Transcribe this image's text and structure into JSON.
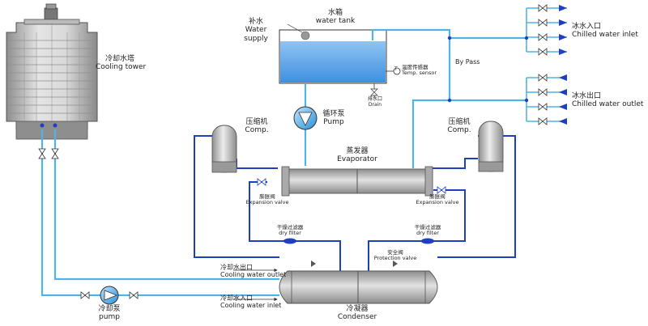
{
  "labels": {
    "cooling_tower": {
      "zh": "冷却水塔",
      "en": "Cooling tower"
    },
    "water_tank": {
      "zh": "水箱",
      "en": "water tank"
    },
    "water_supply": {
      "zh": "补水",
      "en1": "Water",
      "en2": "supply"
    },
    "temp_sensor": {
      "zh": "温度传感器",
      "en": "Temp. sensor"
    },
    "drain": {
      "zh": "排水口",
      "en": "Drain"
    },
    "bypass": {
      "en": "By Pass"
    },
    "chilled_inlet": {
      "zh": "冰水入口",
      "en": "Chilled water inlet"
    },
    "chilled_outlet": {
      "zh": "冰水出口",
      "en": "Chilled water outlet"
    },
    "circ_pump": {
      "zh": "循环泵",
      "en": "Pump"
    },
    "comp_left": {
      "zh": "压缩机",
      "en": "Comp."
    },
    "comp_right": {
      "zh": "压缩机",
      "en": "Comp."
    },
    "evaporator": {
      "zh": "蒸发器",
      "en": "Evaporator"
    },
    "exp_valve_left": {
      "zh": "膨胀阀",
      "en": "Expansion valve"
    },
    "exp_valve_right": {
      "zh": "膨胀阀",
      "en": "Expansion valve"
    },
    "dry_filter_left": {
      "zh": "干燥过滤器",
      "en": "dry filter"
    },
    "dry_filter_right": {
      "zh": "干燥过滤器",
      "en": "dry filter"
    },
    "protection_valve": {
      "zh": "安全阀",
      "en": "Protection valve"
    },
    "cw_outlet": {
      "zh": "冷却水出口",
      "en": "Cooling water outlet"
    },
    "cw_inlet": {
      "zh": "冷却水入口",
      "en": "Cooling water inlet"
    },
    "cooling_pump": {
      "zh": "冷却泵",
      "en": "pump"
    },
    "condenser": {
      "zh": "冷凝器",
      "en": "Condenser"
    },
    "temp_symbol": "T"
  },
  "colors": {
    "water_pipe": "#4fb3e6",
    "refrigerant_pipe": "#1f3fbf",
    "tank_water": "#3f8fe0",
    "equipment": "#a8a8a8"
  }
}
